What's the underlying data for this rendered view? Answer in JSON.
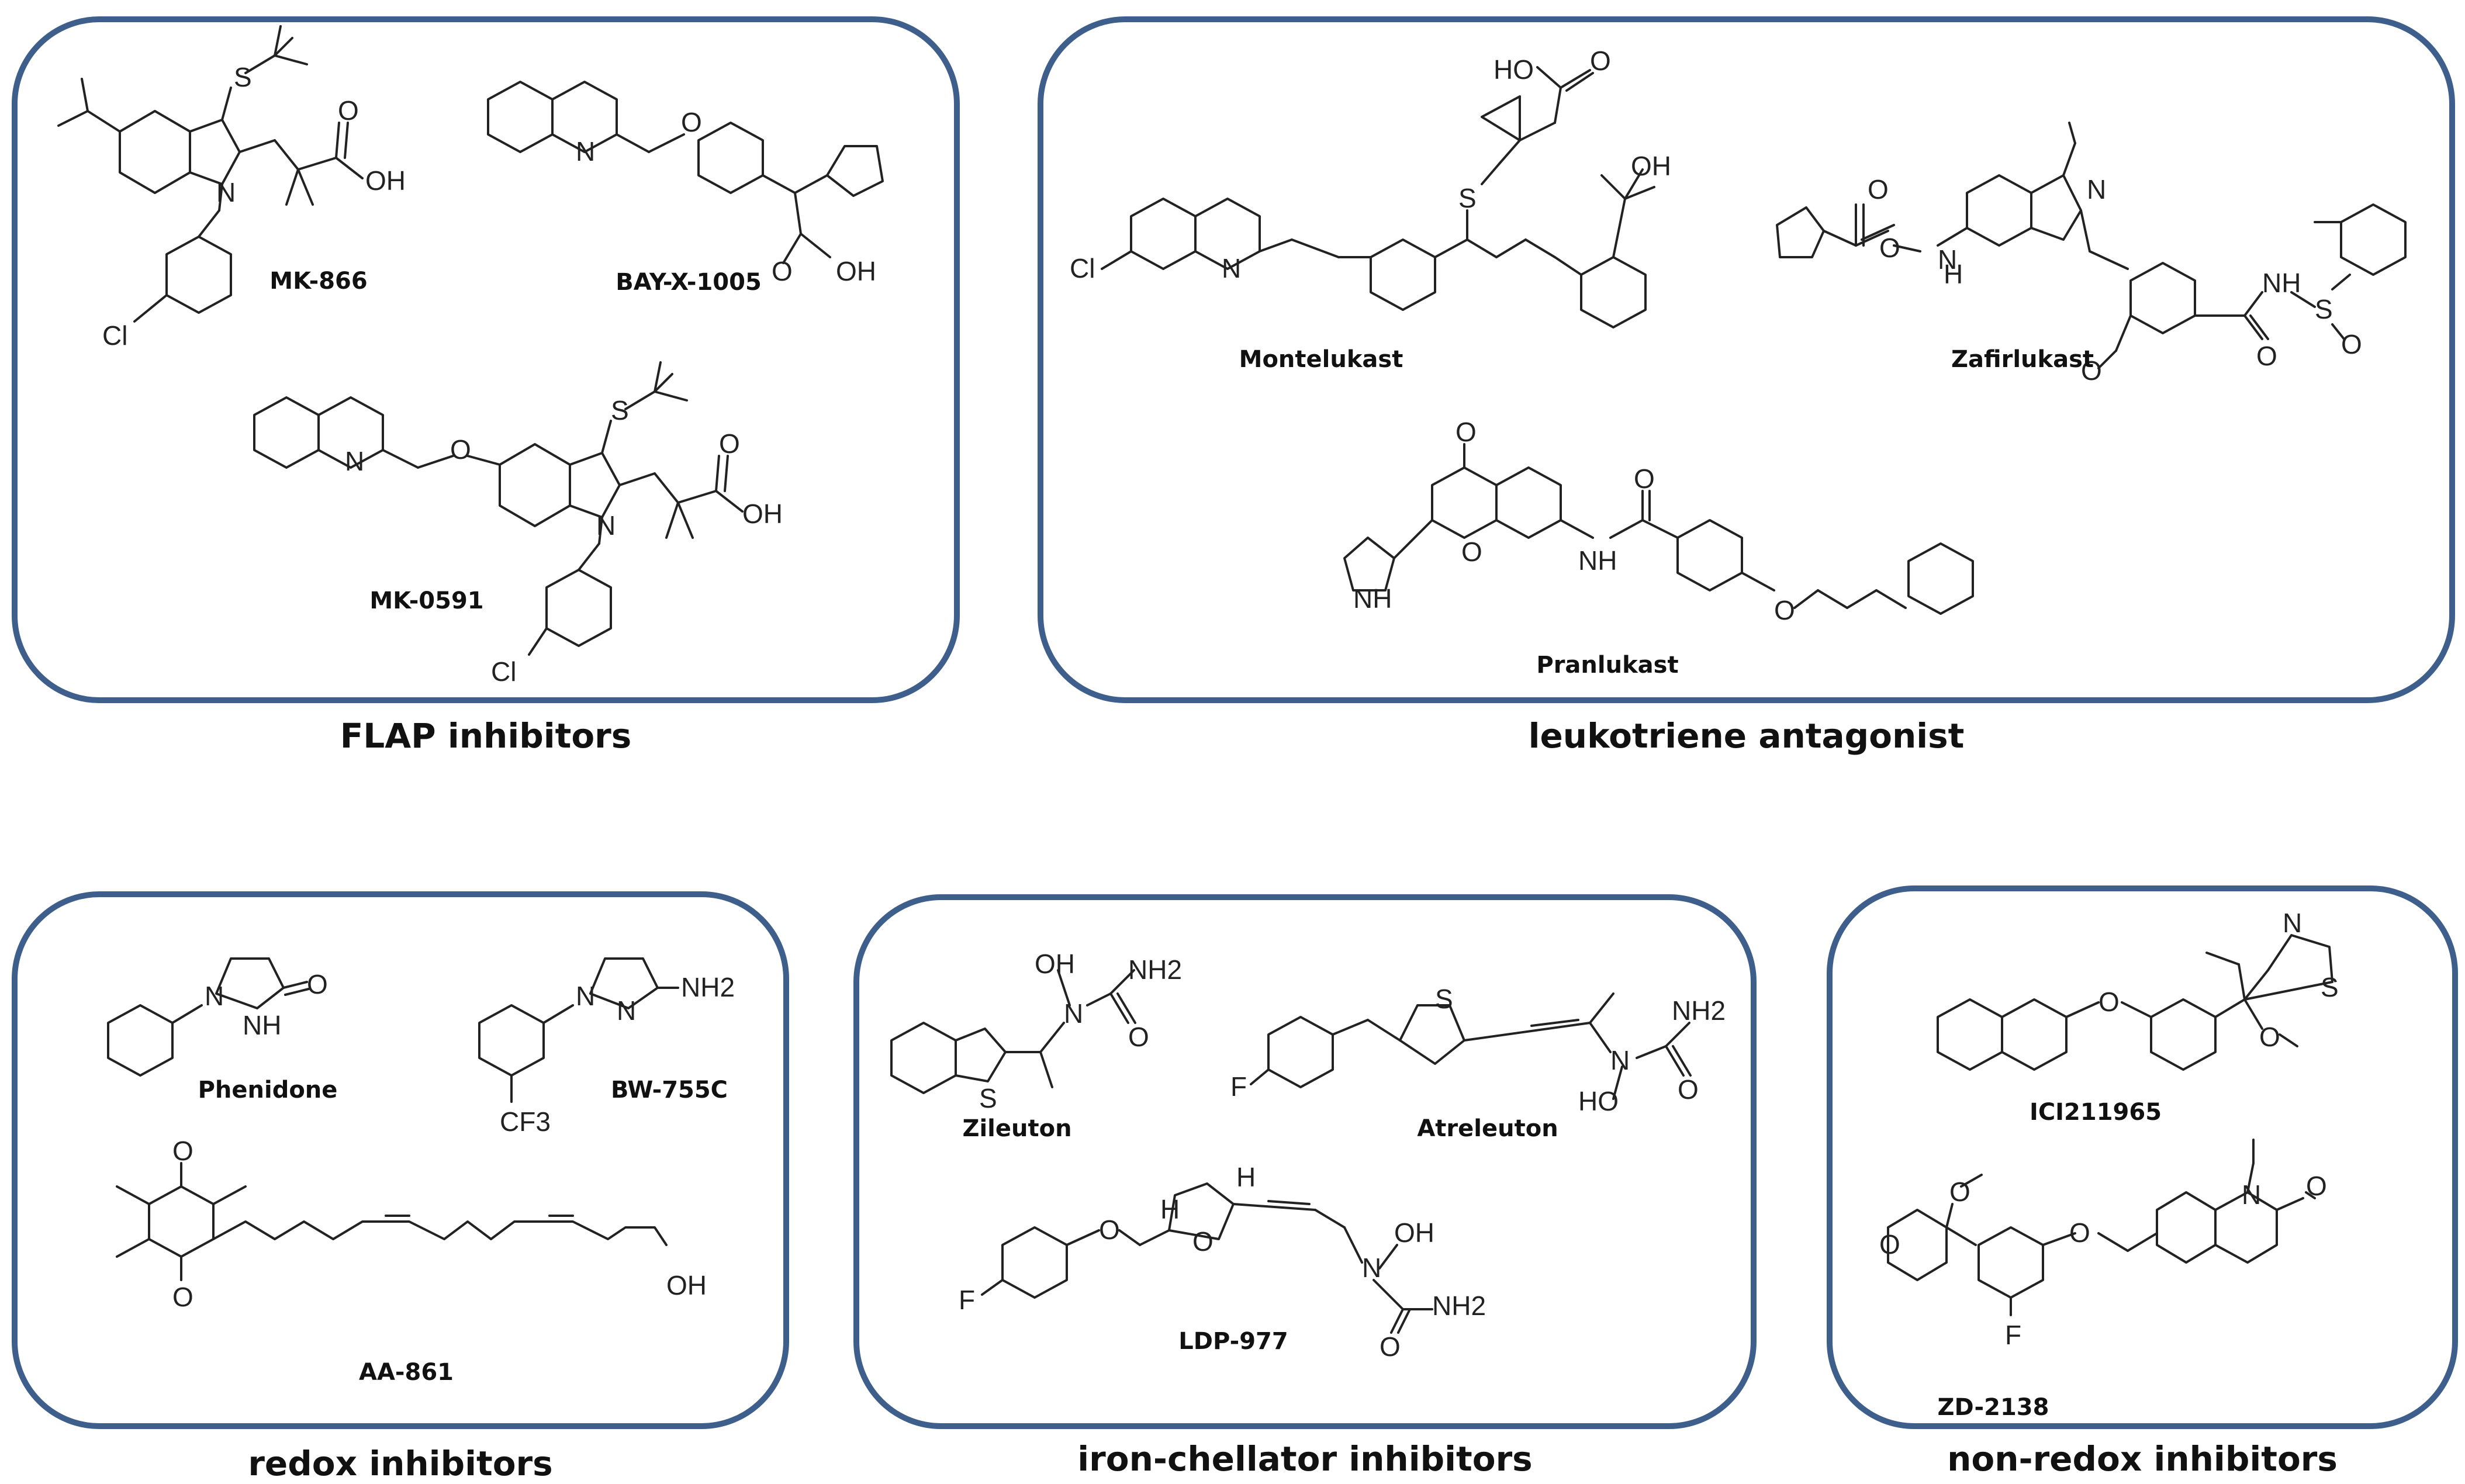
{
  "panels": [
    {
      "caption": "FLAP inhibitors",
      "compounds": [
        "MK-866",
        "BAY-X-1005",
        "MK-0591"
      ]
    },
    {
      "caption": "leukotriene antagonist",
      "compounds": [
        "Montelukast",
        "Zafirlukast",
        "Pranlukast"
      ]
    },
    {
      "caption": "redox inhibitors",
      "compounds": [
        "Phenidone",
        "BW-755C",
        "AA-861"
      ]
    },
    {
      "caption": "iron-chellator inhibitors",
      "compounds": [
        "Zileuton",
        "Atreleuton",
        "LDP-977"
      ]
    },
    {
      "caption": "non-redox inhibitors",
      "compounds": [
        "ICI211965",
        "ZD-2138"
      ]
    }
  ],
  "atom_labels": {
    "oh": "OH",
    "ho": "HO",
    "o": "O",
    "n": "N",
    "s": "S",
    "cl": "Cl",
    "f": "F",
    "nh": "NH",
    "h": "H",
    "nh2": "NH2",
    "cf3": "CF3",
    "n_nh": "N-NH"
  }
}
